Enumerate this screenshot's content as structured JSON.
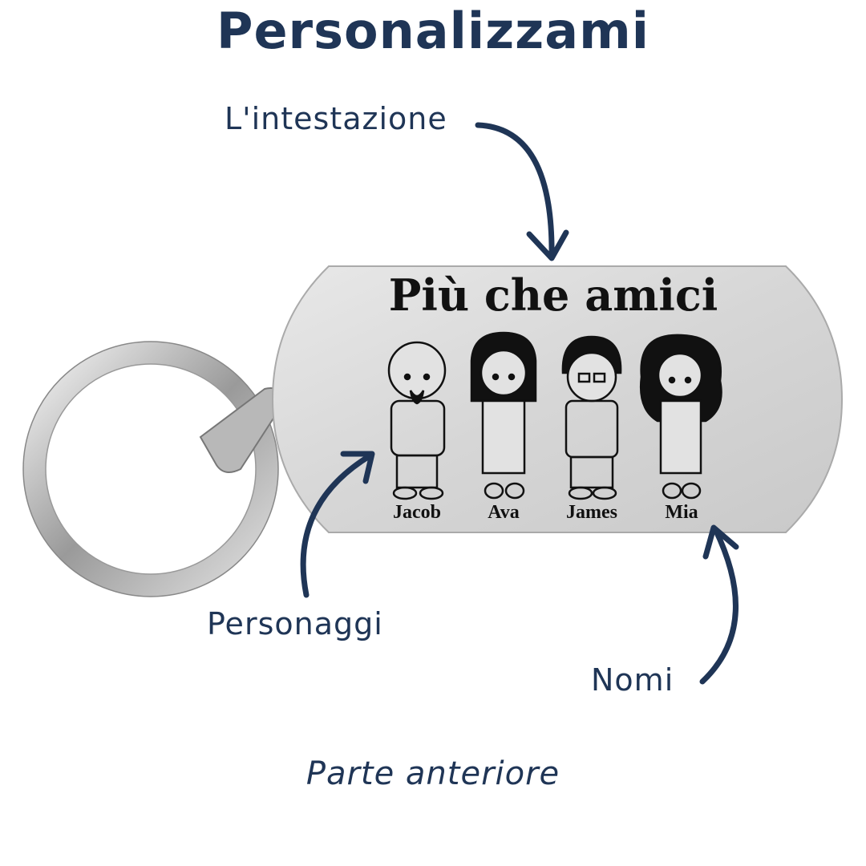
{
  "title": "Personalizzami",
  "labels": {
    "heading": "L'intestazione",
    "characters": "Personaggi",
    "names": "Nomi"
  },
  "tag": {
    "heading": "Più che amici",
    "people": [
      {
        "name": "Jacob"
      },
      {
        "name": "Ava"
      },
      {
        "name": "James"
      },
      {
        "name": "Mia"
      }
    ]
  },
  "footer": "Parte anteriore",
  "colors": {
    "accent": "#1f3556",
    "metal": "#d9d9d9"
  }
}
